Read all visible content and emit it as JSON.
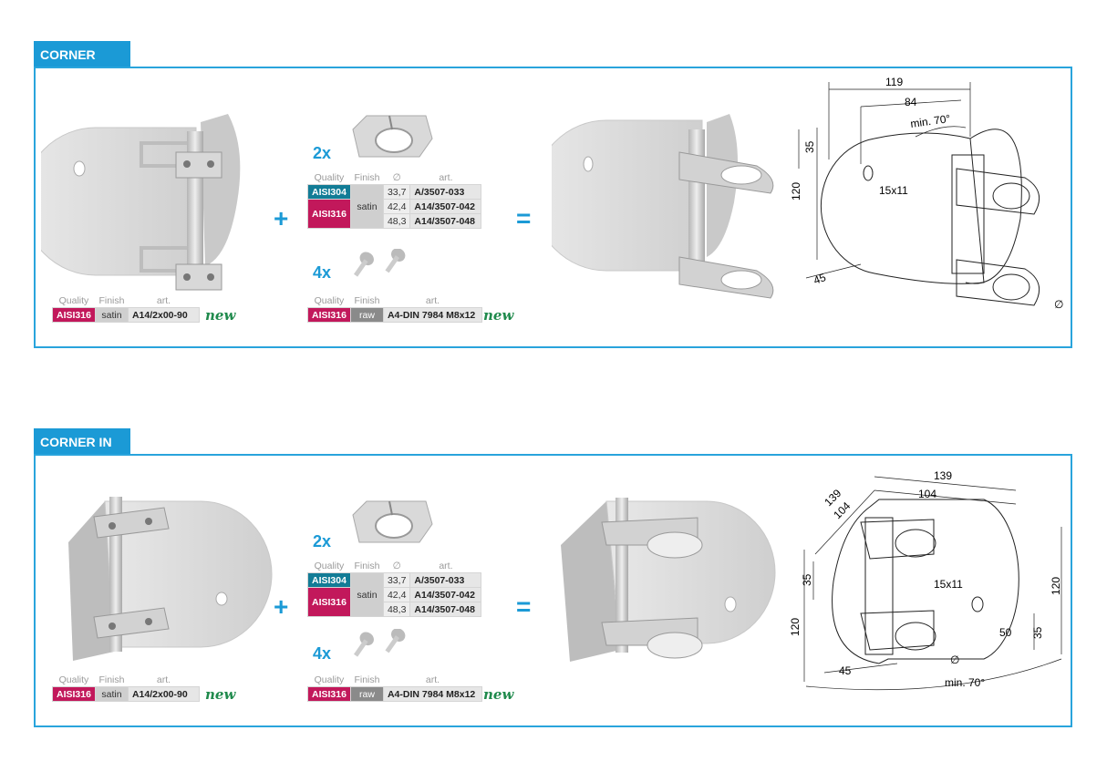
{
  "sections": [
    {
      "title": "CORNER OUT",
      "bracket_table": {
        "headers": [
          "Quality",
          "Finish",
          "art."
        ],
        "row": {
          "quality": "AISI316",
          "finish": "satin",
          "art": "A14/2x00-90"
        },
        "badge": "new"
      },
      "clamp_qty": "2x",
      "clamp_table": {
        "headers": [
          "Quality",
          "Finish",
          "∅",
          "art."
        ],
        "rows": [
          {
            "quality": "AISI304",
            "diameter": "33,7",
            "art": "A/3507-033"
          },
          {
            "quality": "AISI316",
            "diameter": "42,4",
            "art": "A14/3507-042"
          },
          {
            "quality": "",
            "diameter": "48,3",
            "art": "A14/3507-048"
          }
        ],
        "finish": "satin"
      },
      "screw_qty": "4x",
      "screw_table": {
        "headers": [
          "Quality",
          "Finish",
          "art."
        ],
        "row": {
          "quality": "AISI316",
          "finish": "raw",
          "art": "A4-DIN 7984 M8x12"
        },
        "badge": "new"
      },
      "plus": "+",
      "equals": "=",
      "drawing": {
        "d1": "119",
        "d2": "84",
        "angle": "min. 70°",
        "d3": "35",
        "d4": "120",
        "hole": "15x11",
        "d5": "45",
        "diam": "∅"
      }
    },
    {
      "title": "CORNER IN",
      "bracket_table": {
        "headers": [
          "Quality",
          "Finish",
          "art."
        ],
        "row": {
          "quality": "AISI316",
          "finish": "satin",
          "art": "A14/2x00-90"
        },
        "badge": "new"
      },
      "clamp_qty": "2x",
      "clamp_table": {
        "headers": [
          "Quality",
          "Finish",
          "∅",
          "art."
        ],
        "rows": [
          {
            "quality": "AISI304",
            "diameter": "33,7",
            "art": "A/3507-033"
          },
          {
            "quality": "AISI316",
            "diameter": "42,4",
            "art": "A14/3507-042"
          },
          {
            "quality": "",
            "diameter": "48,3",
            "art": "A14/3507-048"
          }
        ],
        "finish": "satin"
      },
      "screw_qty": "4x",
      "screw_table": {
        "headers": [
          "Quality",
          "Finish",
          "art."
        ],
        "row": {
          "quality": "AISI316",
          "finish": "raw",
          "art": "A4-DIN 7984 M8x12"
        },
        "badge": "new"
      },
      "plus": "+",
      "equals": "=",
      "drawing": {
        "d1": "139",
        "d1b": "139",
        "d2": "104",
        "d2b": "104",
        "d3": "35",
        "d4": "120",
        "d4b": "120",
        "hole": "15x11",
        "d5": "50",
        "d6": "35",
        "d7": "45",
        "angle": "min. 70°",
        "diam": "∅"
      }
    }
  ],
  "colors": {
    "accent": "#1b9ad6",
    "aisi316": "#c2185b",
    "aisi304": "#127c96",
    "new": "#1f8a4c"
  }
}
